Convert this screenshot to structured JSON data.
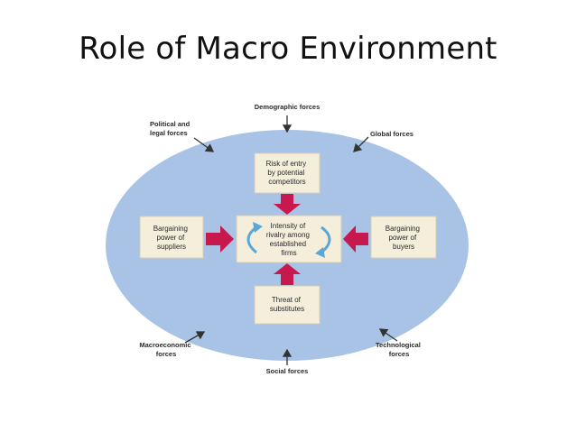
{
  "title": "Role of Macro Environment",
  "forces": {
    "top": [
      "Demographic forces"
    ],
    "top_left": [
      "Political and",
      "legal forces"
    ],
    "top_right": [
      "Global forces"
    ],
    "bottom_left": [
      "Macroeconomic",
      "forces"
    ],
    "bottom_right": [
      "Technological",
      "forces"
    ],
    "bottom": [
      "Social forces"
    ]
  },
  "boxes": {
    "top": [
      "Risk of entry",
      "by potential",
      "competitors"
    ],
    "left": [
      "Bargaining",
      "power of",
      "suppliers"
    ],
    "center": [
      "Intensity of",
      "rivalry among",
      "established",
      "firms"
    ],
    "right": [
      "Bargaining",
      "power of",
      "buyers"
    ],
    "bottom": [
      "Threat of",
      "substitutes"
    ]
  },
  "colors": {
    "ellipse": "#a9c3e6",
    "box": "#f4eedb",
    "box_stroke": "#d8ceb0",
    "arrow": "#c8194f",
    "cycle_arrow": "#5aa8d8",
    "text": "#2a2a2a"
  }
}
